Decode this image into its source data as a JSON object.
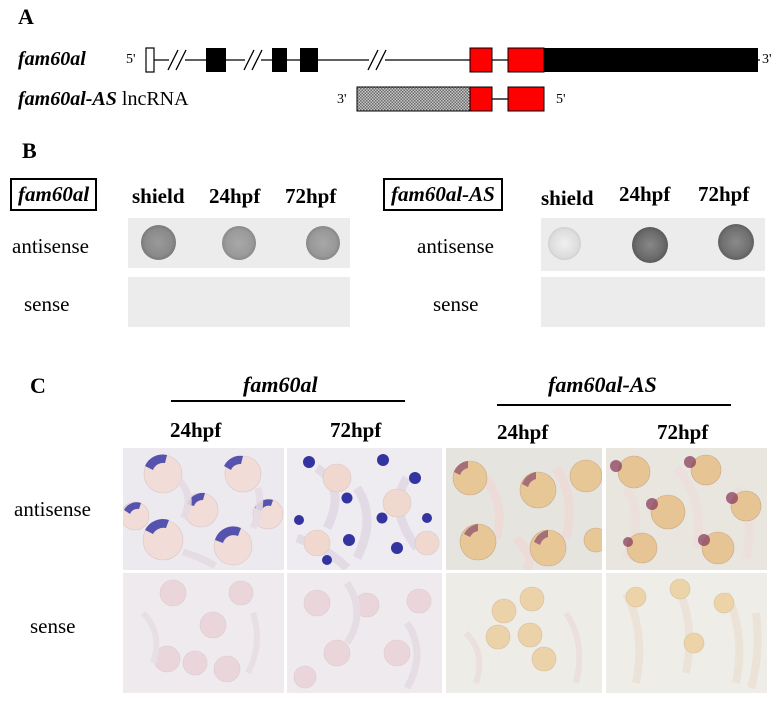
{
  "panel_a": {
    "letter": "A",
    "gene1": {
      "name": "fam60al",
      "left_end": "5'",
      "right_end": "3'"
    },
    "gene2": {
      "name_italic": "fam60al-AS",
      "name_suffix": " lncRNA",
      "left_end": "3'",
      "right_end": "5'"
    }
  },
  "panel_b": {
    "letter": "B",
    "left": {
      "gene": "fam60al",
      "columns": [
        "shield",
        "24hpf",
        "72hpf"
      ],
      "rows": [
        "antisense",
        "sense"
      ]
    },
    "right": {
      "gene": "fam60al-AS",
      "columns": [
        "shield",
        "24hpf",
        "72hpf"
      ],
      "rows": [
        "antisense",
        "sense"
      ]
    }
  },
  "panel_c": {
    "letter": "C",
    "groups": [
      {
        "gene": "fam60al",
        "timepoints": [
          "24hpf",
          "72hpf"
        ]
      },
      {
        "gene": "fam60al-AS",
        "timepoints": [
          "24hpf",
          "72hpf"
        ]
      }
    ],
    "rows": [
      "antisense",
      "sense"
    ]
  },
  "colors": {
    "exon_coding": "#000000",
    "exon_overlap": "#ff0000",
    "utr": "#ffffff",
    "stain_blue": "#3a3ca8",
    "stain_brown": "#8a4a6a",
    "blot_bg": "#ececec"
  }
}
